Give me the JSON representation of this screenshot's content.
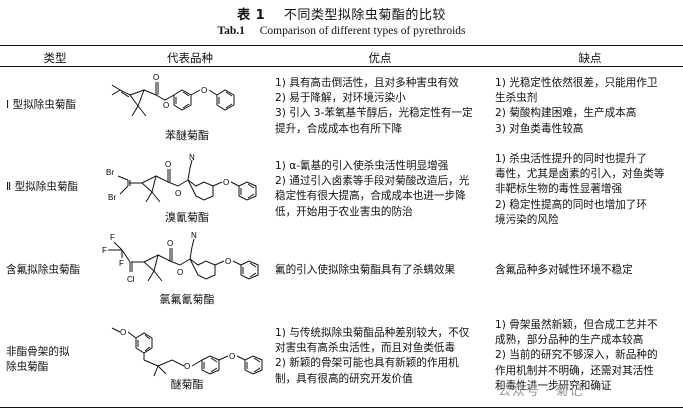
{
  "title": {
    "cn_number": "表 1",
    "cn_text": "不同类型拟除虫菊酯的比较",
    "en_number": "Tab.1",
    "en_text": "Comparison of different types of pyrethroids"
  },
  "headers": [
    "类型",
    "代表品种",
    "优点",
    "缺点"
  ],
  "rows": [
    {
      "type_lines": [
        "Ⅰ 型拟除虫菊酯"
      ],
      "product": "苯醚菊酯",
      "advantages": [
        "1) 具有高击倒活性，且对多种害虫有效",
        "2) 易于降解，对环境污染小",
        "3) 引入 3-苯氧基苄醇后，光稳定性有一定",
        "提升，合成成本也有所下降"
      ],
      "disadvantages": [
        "1) 光稳定性依然很差，只能用作卫",
        "生杀虫剂",
        "2) 菊酸构建困难，生产成本高",
        "3) 对鱼类毒性较高"
      ]
    },
    {
      "type_lines": [
        "Ⅱ 型拟除虫菊酯"
      ],
      "product": "溴氰菊酯",
      "advantages": [
        "1) α-氰基的引入使杀虫活性明显增强",
        "2) 通过引入卤素等手段对菊酸改造后，光",
        "稳定性有很大提高，合成成本也进一步降",
        "低，开始用于农业害虫的防治"
      ],
      "disadvantages": [
        "1) 杀虫活性提升的同时也提升了",
        "毒性，尤其是卤素的引入，对鱼类等",
        "非靶标生物的毒性显著增强",
        "2) 稳定性提高的同时也增加了环",
        "境污染的风险"
      ]
    },
    {
      "type_lines": [
        "含氟拟除虫菊酯"
      ],
      "product": "氯氟氰菊酯",
      "advantages": [
        "氟的引入使拟除虫菊酯具有了杀螨效果"
      ],
      "disadvantages": [
        "含氟品种多对碱性环境不稳定"
      ]
    },
    {
      "type_lines": [
        "非酯骨架的拟",
        "除虫菊酯"
      ],
      "product": "醚菊酯",
      "advantages": [
        "1) 与传统拟除虫菊酯品种差别较大，不仅",
        "对害虫有高杀虫活性，而且对鱼类低毒",
        "2) 新颖的骨架可能也具有新颖的作用机",
        "制，具有很高的研究开发价值"
      ],
      "disadvantages": [
        "1) 骨架虽然新颖，但合成工艺并不",
        "成熟，部分品种的生产成本较高",
        "2) 当前的研究不够深入，新品种的",
        "作用机制并不明确，还需对其活性",
        "和毒性进一步研究和确证"
      ]
    }
  ],
  "atom_labels": {
    "oxygen": "O",
    "cyano": "N",
    "bromine": "Br",
    "fluorine": "F",
    "chlorine": "Cl"
  },
  "watermark": "公众号 · 菊记"
}
